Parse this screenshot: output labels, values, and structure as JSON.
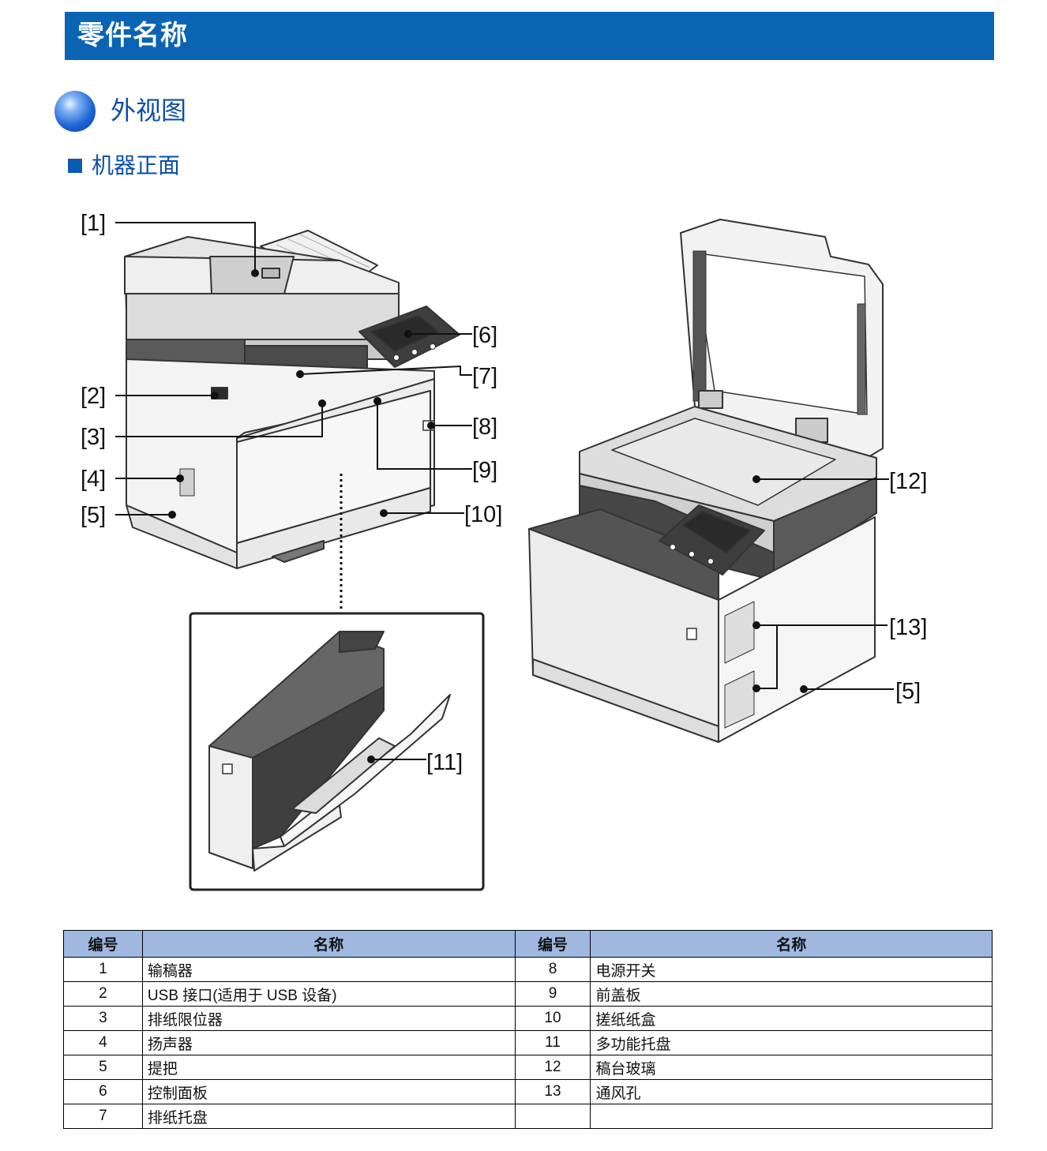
{
  "banner": {
    "title": "零件名称"
  },
  "section": {
    "title": "外视图"
  },
  "subsection": {
    "title": "机器正面"
  },
  "callouts": {
    "c1": "[1]",
    "c2": "[2]",
    "c3": "[3]",
    "c4": "[4]",
    "c5": "[5]",
    "c6": "[6]",
    "c7": "[7]",
    "c8": "[8]",
    "c9": "[9]",
    "c10": "[10]",
    "c11": "[11]",
    "c12": "[12]",
    "c13": "[13]",
    "c5b": "[5]"
  },
  "table": {
    "headers": [
      "编号",
      "名称",
      "编号",
      "名称"
    ],
    "rows": [
      [
        "1",
        "输稿器",
        "8",
        "电源开关"
      ],
      [
        "2",
        "USB 接口(适用于 USB 设备)",
        "9",
        "前盖板"
      ],
      [
        "3",
        "排纸限位器",
        "10",
        "搓纸纸盒"
      ],
      [
        "4",
        "扬声器",
        "11",
        "多功能托盘"
      ],
      [
        "5",
        "提把",
        "12",
        "稿台玻璃"
      ],
      [
        "6",
        "控制面板",
        "13",
        "通风孔"
      ],
      [
        "7",
        "排纸托盘",
        "",
        ""
      ]
    ]
  },
  "colors": {
    "banner": "#0a64b4",
    "heading": "#0a4fa8",
    "table_header": "#9fb8e0"
  }
}
